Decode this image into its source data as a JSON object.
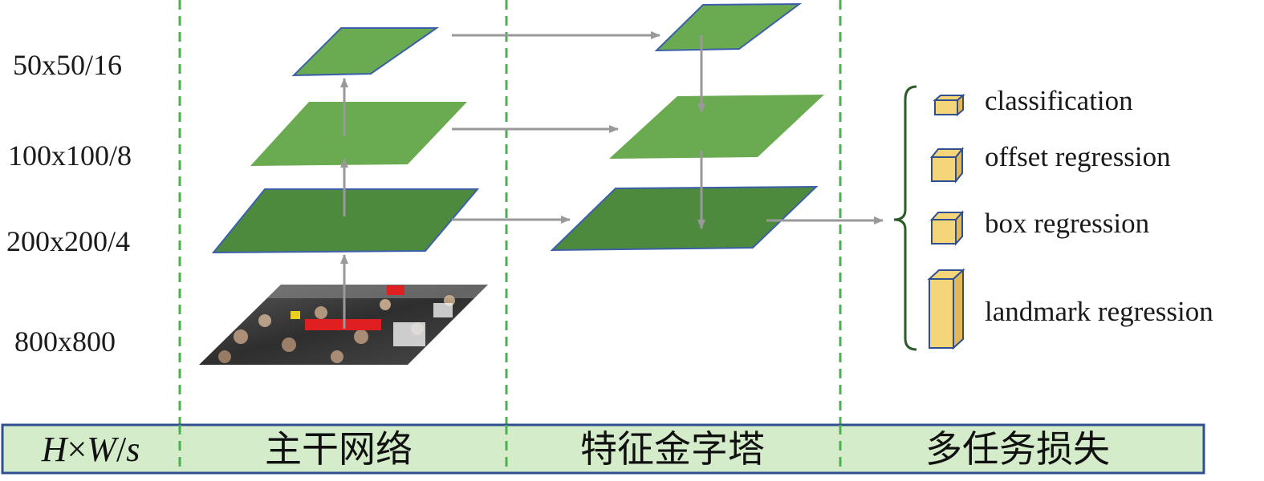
{
  "scales": [
    {
      "id": "s16",
      "label": "50x50/16"
    },
    {
      "id": "s8",
      "label": "100x100/8"
    },
    {
      "id": "s4",
      "label": "200x200/4"
    },
    {
      "id": "input",
      "label": "800x800"
    }
  ],
  "outputs": [
    {
      "id": "classification",
      "label": "classification"
    },
    {
      "id": "offset",
      "label": "offset regression"
    },
    {
      "id": "box",
      "label": "box regression"
    },
    {
      "id": "landmark",
      "label": "landmark regression"
    }
  ],
  "footer": {
    "col1_H": "H",
    "col1_times": "×",
    "col1_W": "W",
    "col1_slash": "/",
    "col1_s": "s",
    "col2": "主干网络",
    "col3": "特征金字塔",
    "col4": "多任务损失"
  },
  "colors": {
    "light_green": "#6aaa50",
    "dark_green": "#4e8a3e",
    "plane_edge": "#3b5fa8",
    "divider": "#4caf50",
    "arrow": "#999999",
    "footer_fill": "#d4ecca",
    "footer_stroke": "#2f4f8f",
    "cube_fill": "#f5d57a",
    "cube_stroke": "#2f4f8f",
    "brace": "#2e5a2a"
  }
}
